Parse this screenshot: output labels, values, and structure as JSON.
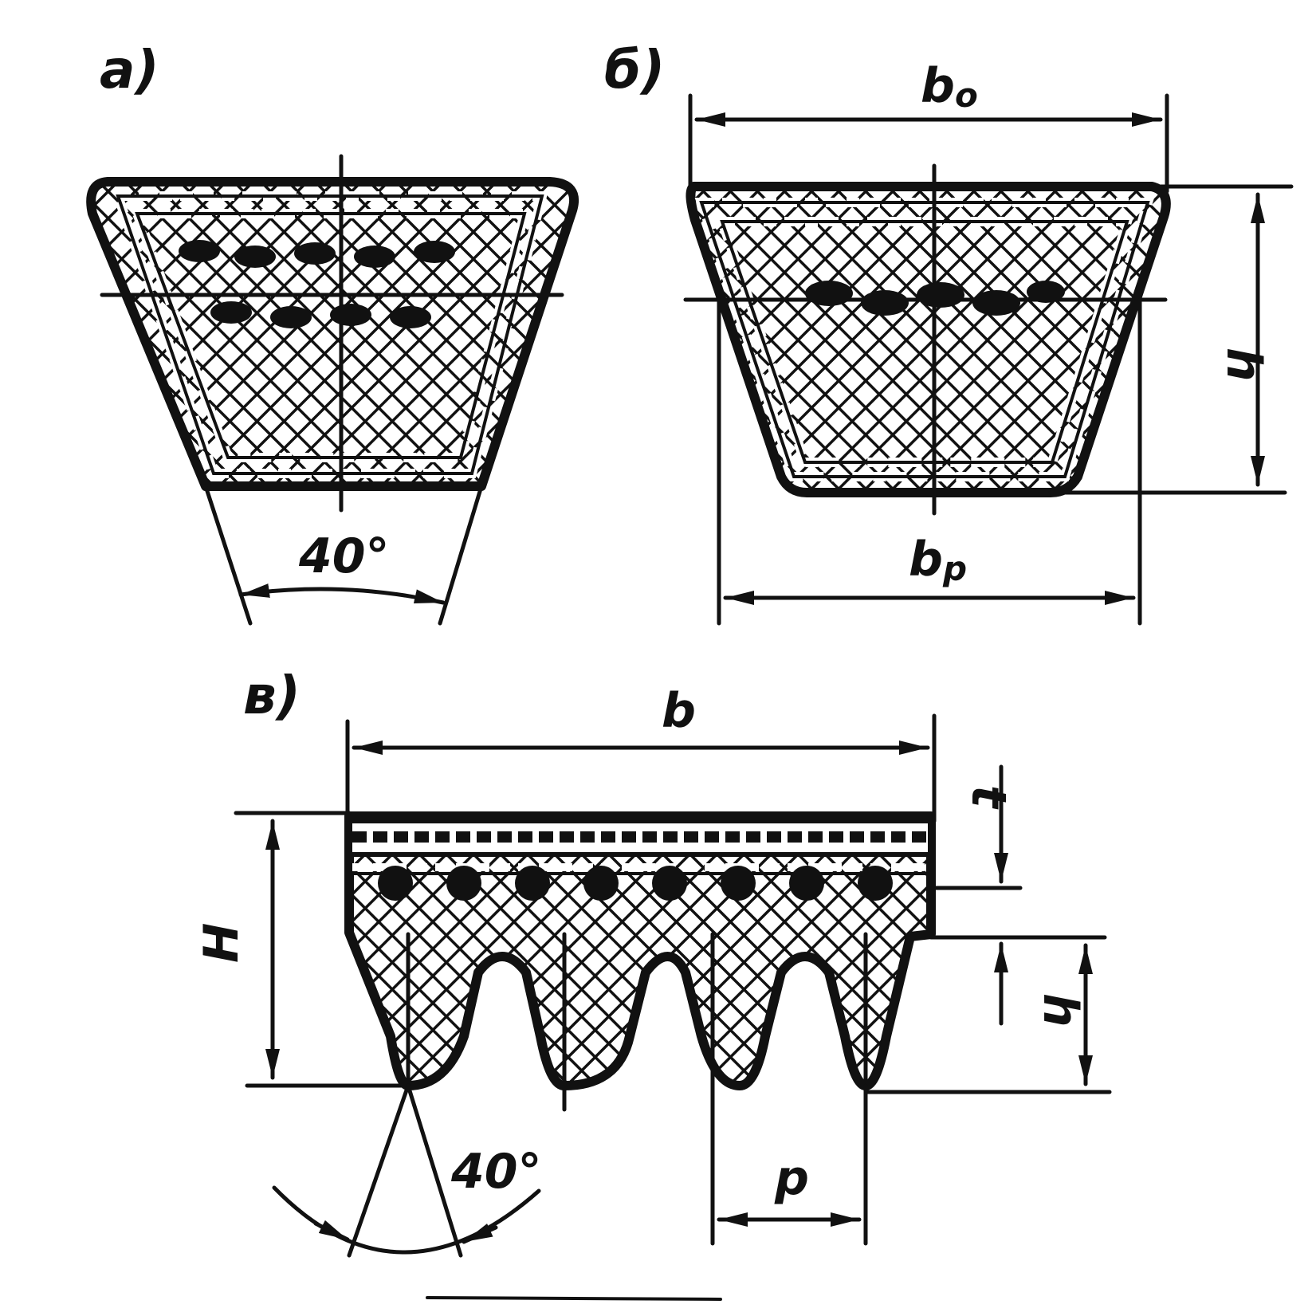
{
  "panels": {
    "a": {
      "label": "а)",
      "angle": "40°"
    },
    "b": {
      "label": "б)",
      "top_width": "b",
      "top_width_sub": "o",
      "height": "h",
      "pitch_width": "b",
      "pitch_width_sub": "p"
    },
    "c": {
      "label": "в)",
      "width": "b",
      "total_height": "H",
      "t": "t",
      "h": "h",
      "pitch": "p",
      "angle": "40°"
    }
  },
  "colors": {
    "ink": "#111111",
    "background": "#ffffff"
  }
}
